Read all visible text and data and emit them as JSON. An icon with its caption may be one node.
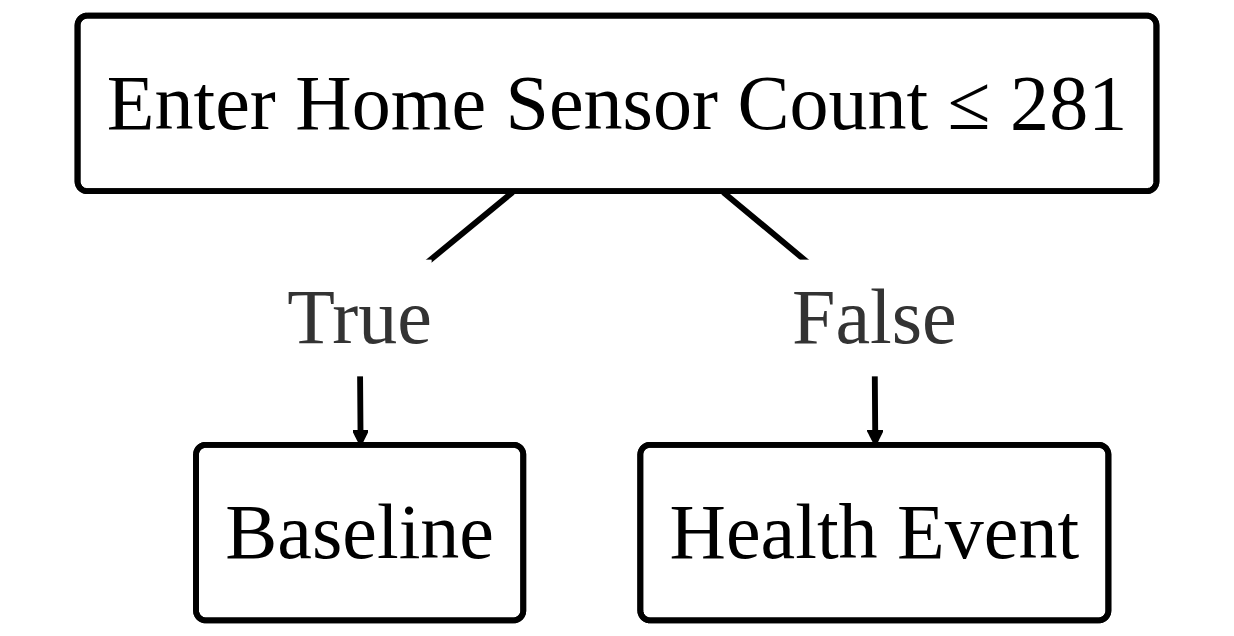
{
  "diagram": {
    "nodes": [
      {
        "text": [
          "Enter Home Sensor Count ≤ 281"
        ]
      },
      {
        "text": [
          "Baseline"
        ]
      },
      {
        "text": [
          "Health Event"
        ]
      }
    ],
    "edges": [
      {
        "from": 0,
        "to": 1,
        "arrow": "to",
        "label": "True"
      },
      {
        "from": 0,
        "to": 2,
        "arrow": "to",
        "label": "False"
      }
    ]
  }
}
